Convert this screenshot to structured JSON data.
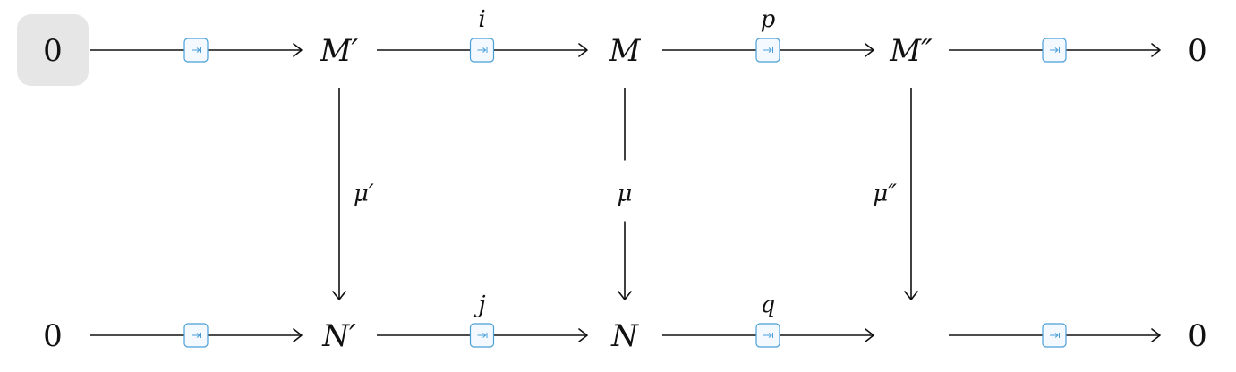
{
  "diagram": {
    "nodes": [
      {
        "id": "zero_top_left",
        "label": "0",
        "row": 0,
        "col": 0,
        "selected": true
      },
      {
        "id": "M_prime",
        "label": "M′",
        "row": 0,
        "col": 1
      },
      {
        "id": "M",
        "label": "M",
        "row": 0,
        "col": 2
      },
      {
        "id": "M_dprime",
        "label": "M″",
        "row": 0,
        "col": 3
      },
      {
        "id": "zero_top_right",
        "label": "0",
        "row": 0,
        "col": 4
      },
      {
        "id": "zero_bottom_left",
        "label": "0",
        "row": 1,
        "col": 0
      },
      {
        "id": "N_prime",
        "label": "N′",
        "row": 1,
        "col": 1
      },
      {
        "id": "N",
        "label": "N",
        "row": 1,
        "col": 2
      },
      {
        "id": "empty_bottom",
        "label": "",
        "row": 1,
        "col": 3
      },
      {
        "id": "zero_bottom_right",
        "label": "0",
        "row": 1,
        "col": 4
      }
    ],
    "edges": [
      {
        "from": "zero_top_left",
        "to": "M_prime",
        "label": "",
        "handle": true
      },
      {
        "from": "M_prime",
        "to": "M",
        "label": "i",
        "handle": true
      },
      {
        "from": "M",
        "to": "M_dprime",
        "label": "p",
        "handle": true
      },
      {
        "from": "M_dprime",
        "to": "zero_top_right",
        "label": "",
        "handle": true
      },
      {
        "from": "zero_bottom_left",
        "to": "N_prime",
        "label": "",
        "handle": true
      },
      {
        "from": "N_prime",
        "to": "N",
        "label": "j",
        "handle": true
      },
      {
        "from": "N",
        "to": "empty_bottom",
        "label": "q",
        "handle": true
      },
      {
        "from": "empty_bottom",
        "to": "zero_bottom_right",
        "label": "",
        "handle": true
      },
      {
        "from": "M_prime",
        "to": "N_prime",
        "label": "μ′",
        "label_side": "right",
        "handle": false
      },
      {
        "from": "M",
        "to": "N",
        "label": "μ",
        "label_side": "inline",
        "handle": false
      },
      {
        "from": "M_dprime",
        "to": "empty_bottom",
        "label": "μ″",
        "label_side": "left",
        "handle": false
      }
    ]
  }
}
